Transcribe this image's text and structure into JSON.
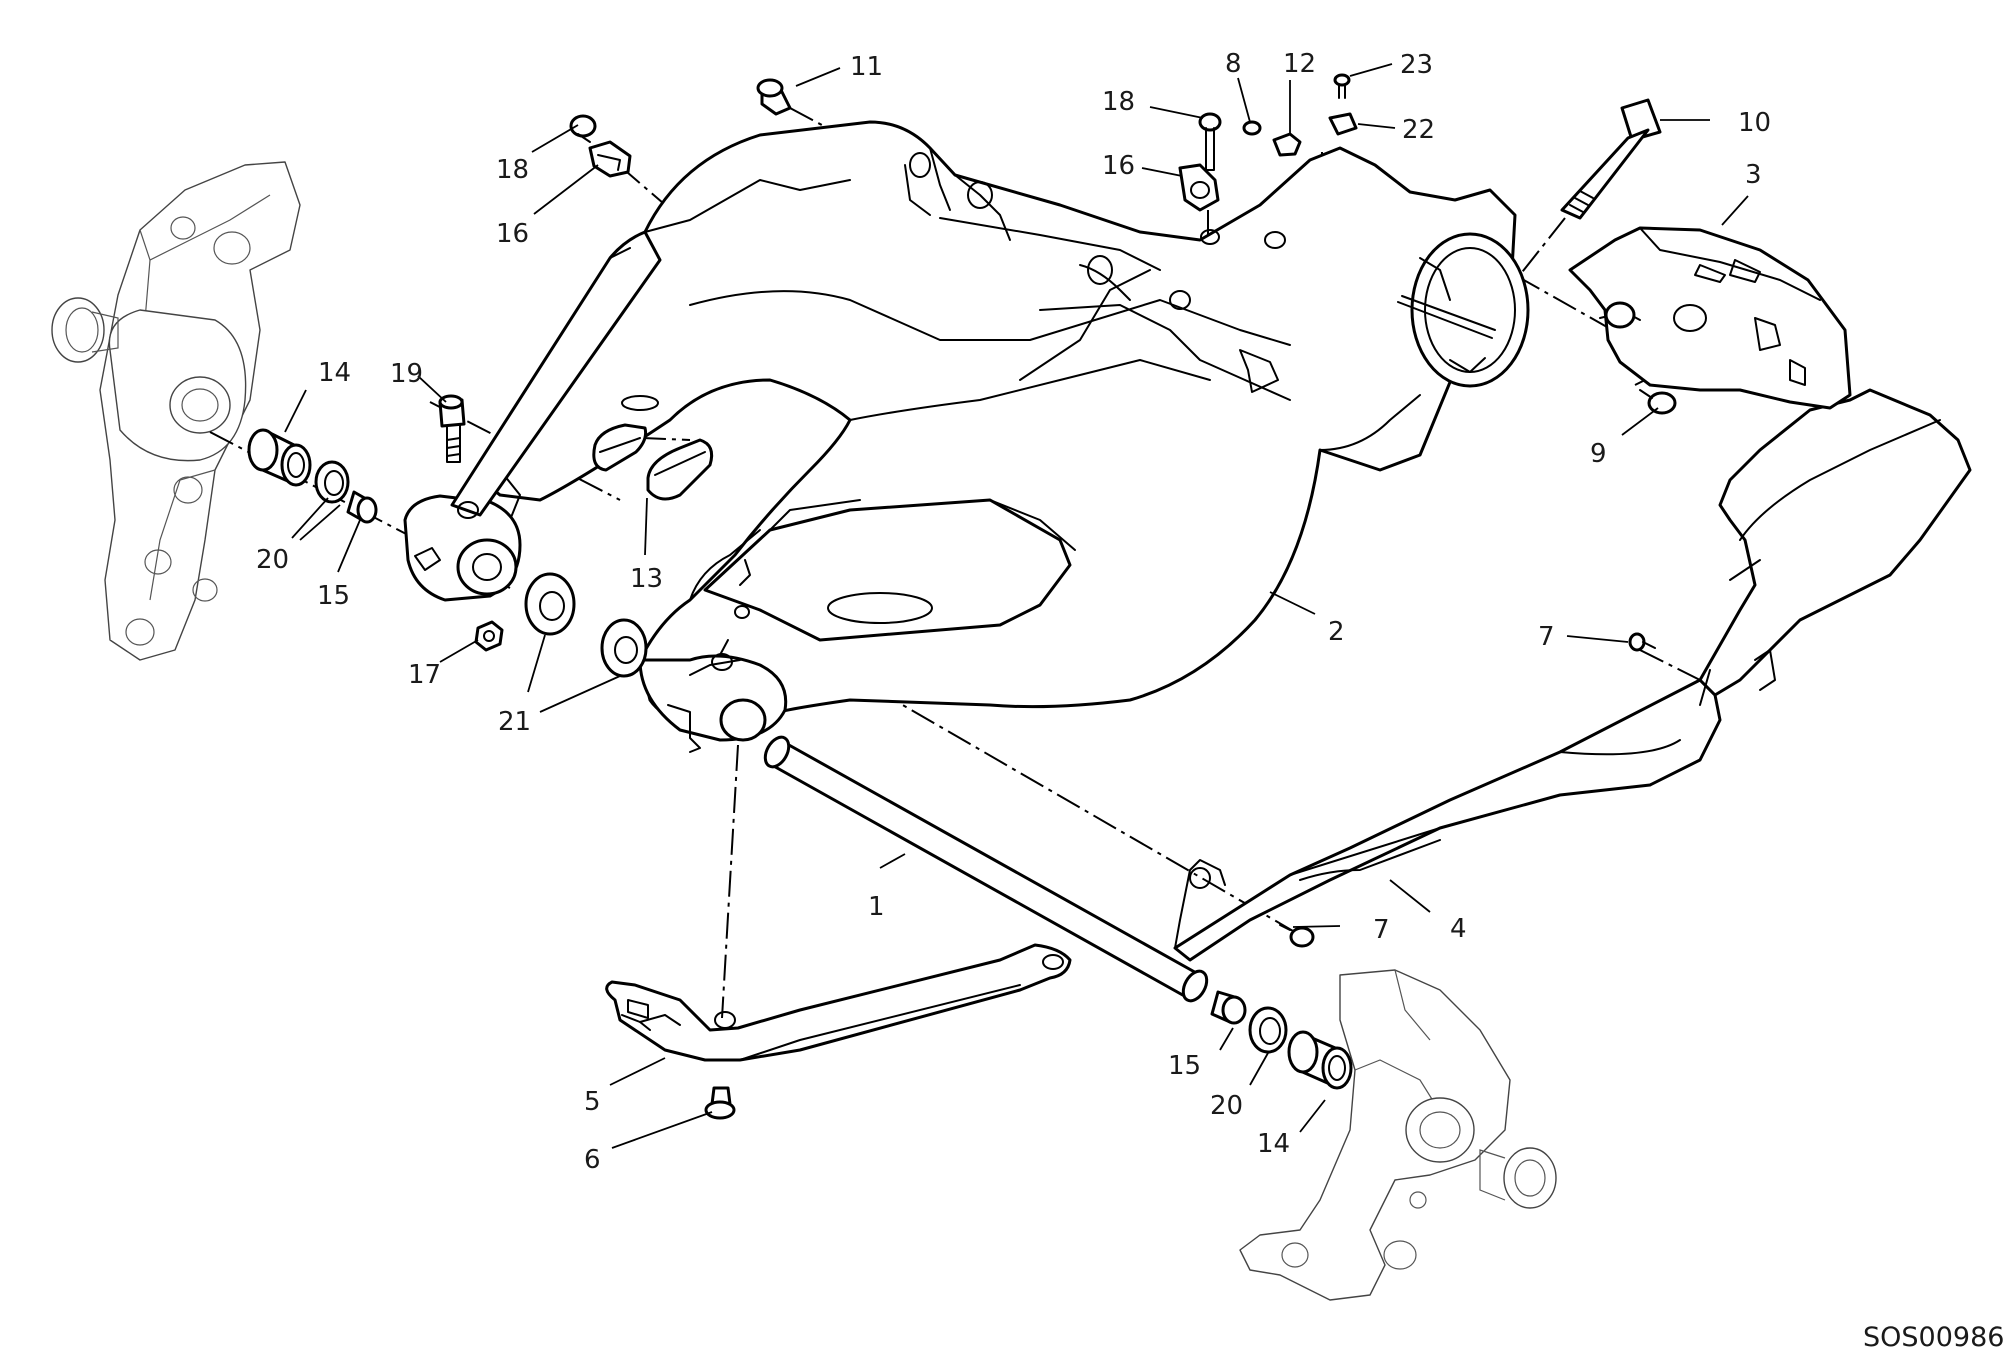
{
  "diagram": {
    "reference_code": "SOS00986",
    "callouts": [
      {
        "id": "c1",
        "label": "1"
      },
      {
        "id": "c2",
        "label": "2"
      },
      {
        "id": "c3",
        "label": "3"
      },
      {
        "id": "c4",
        "label": "4"
      },
      {
        "id": "c5",
        "label": "5"
      },
      {
        "id": "c6",
        "label": "6"
      },
      {
        "id": "c7a",
        "label": "7"
      },
      {
        "id": "c7b",
        "label": "7"
      },
      {
        "id": "c8",
        "label": "8"
      },
      {
        "id": "c9",
        "label": "9"
      },
      {
        "id": "c10",
        "label": "10"
      },
      {
        "id": "c11",
        "label": "11"
      },
      {
        "id": "c12",
        "label": "12"
      },
      {
        "id": "c13",
        "label": "13"
      },
      {
        "id": "c14a",
        "label": "14"
      },
      {
        "id": "c14b",
        "label": "14"
      },
      {
        "id": "c15a",
        "label": "15"
      },
      {
        "id": "c15b",
        "label": "15"
      },
      {
        "id": "c16a",
        "label": "16"
      },
      {
        "id": "c16b",
        "label": "16"
      },
      {
        "id": "c17",
        "label": "17"
      },
      {
        "id": "c18a",
        "label": "18"
      },
      {
        "id": "c18b",
        "label": "18"
      },
      {
        "id": "c19",
        "label": "19"
      },
      {
        "id": "c20a",
        "label": "20"
      },
      {
        "id": "c20b",
        "label": "20"
      },
      {
        "id": "c21",
        "label": "21"
      },
      {
        "id": "c22",
        "label": "22"
      },
      {
        "id": "c23",
        "label": "23"
      }
    ]
  }
}
